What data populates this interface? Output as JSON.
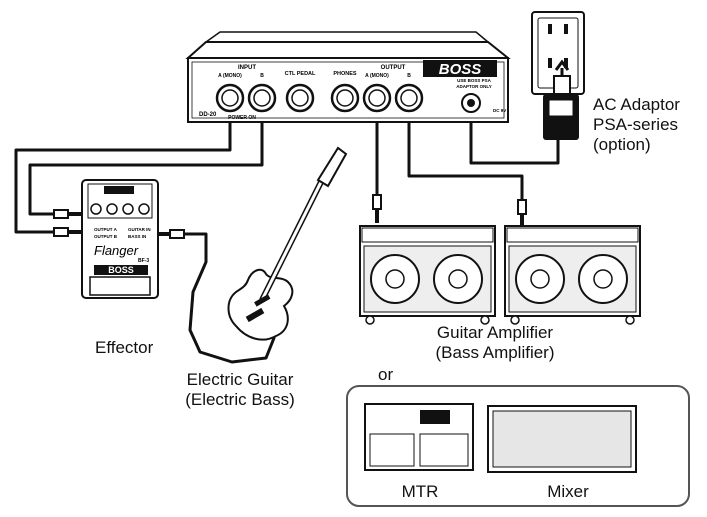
{
  "pedal": {
    "model": "DD-20",
    "brand": "BOSS",
    "input_label": "INPUT",
    "input_a": "A (MONO)",
    "input_b": "B",
    "power_on": "POWER ON",
    "ctl_pedal": "CTL PEDAL",
    "phones": "PHONES",
    "output_label": "OUTPUT",
    "output_a": "A (MONO)",
    "output_b": "B",
    "adaptor_note_1": "USE BOSS PSA",
    "adaptor_note_2": "ADAPTOR ONLY",
    "dc_label": "DC 9V"
  },
  "flanger": {
    "name": "Flanger",
    "model": "BF-3",
    "brand": "BOSS",
    "output_a": "OUTPUT A",
    "output_b": "OUTPUT B",
    "guitar_in": "GUITAR IN",
    "bass_in": "BASS IN"
  },
  "labels": {
    "ac_adaptor_1": "AC Adaptor",
    "ac_adaptor_2": "PSA-series",
    "ac_adaptor_3": "(option)",
    "effector": "Effector",
    "guitar_1": "Electric Guitar",
    "guitar_2": "(Electric Bass)",
    "amp_1": "Guitar Amplifier",
    "amp_2": "(Bass Amplifier)",
    "or": "or",
    "mtr": "MTR",
    "mixer": "Mixer"
  }
}
